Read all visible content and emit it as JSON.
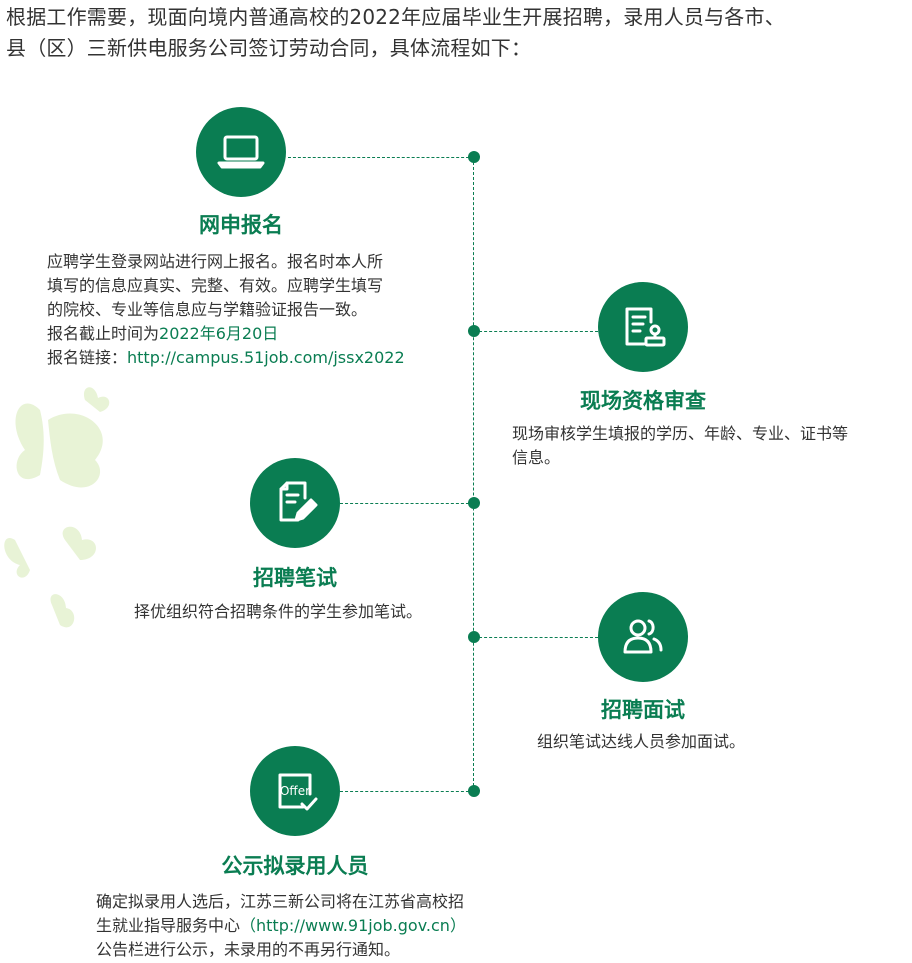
{
  "intro": {
    "line1": "根据工作需要，现面向境内普通高校的2022年应届毕业生开展招聘，录用人员与各市、",
    "line2": "县（区）三新供电服务公司签订劳动合同，具体流程如下："
  },
  "colors": {
    "primary": "#0a7d52",
    "decor": "#e8f3d6"
  },
  "steps": [
    {
      "icon": "laptop-icon",
      "title": "网申报名",
      "desc": [
        "应聘学生登录网站进行网上报名。报名时本人所",
        "填写的信息应真实、完整、有效。应聘学生填写",
        "的院校、专业等信息应与学籍验证报告一致。"
      ],
      "deadline_label": "报名截止时间为",
      "deadline_value": "2022年6月20日",
      "link_label": "报名链接：",
      "link_value": "http://campus.51job.com/jssx2022"
    },
    {
      "icon": "document-seal-icon",
      "title": "现场资格审查",
      "desc": [
        "现场审核学生填报的学历、年龄、专业、证书等",
        "信息。"
      ]
    },
    {
      "icon": "pen-paper-icon",
      "title": "招聘笔试",
      "desc": [
        "择优组织符合招聘条件的学生参加笔试。"
      ]
    },
    {
      "icon": "users-icon",
      "title": "招聘面试",
      "desc": [
        "组织笔试达线人员参加面试。"
      ]
    },
    {
      "icon": "offer-icon",
      "icon_text": "Offer",
      "title": "公示拟录用人员",
      "desc": [
        "确定拟录用人选后，江苏三新公司将在江苏省高校招",
        "生就业指导服务中心",
        "公告栏进行公示，未录用的不再另行通知。"
      ],
      "link_value": "（http://www.91job.gov.cn）"
    }
  ]
}
